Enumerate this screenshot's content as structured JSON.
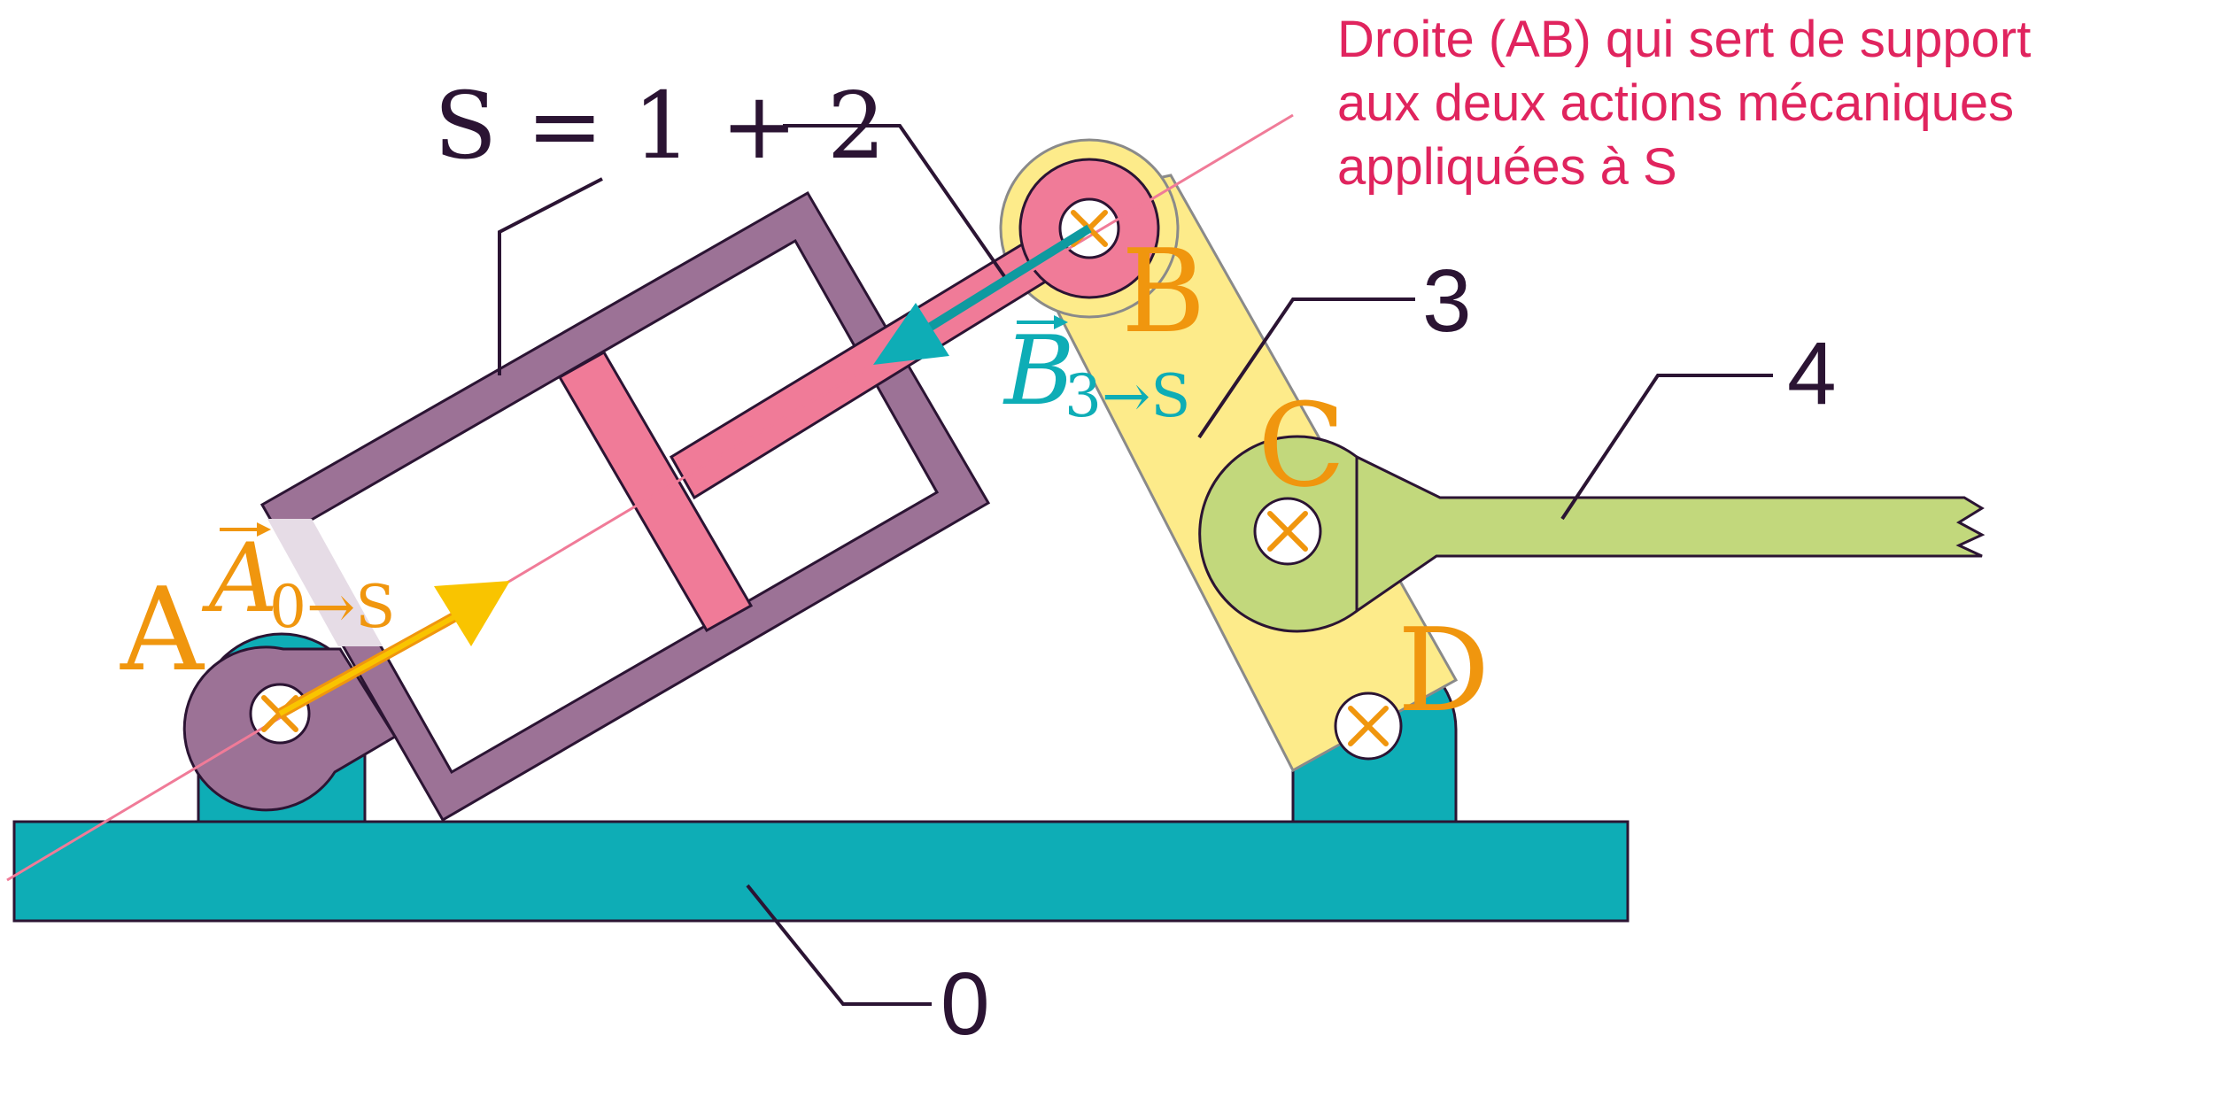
{
  "diagram": {
    "system_label": "S = 1 + 2",
    "part_labels": {
      "frame": "0",
      "lever": "3",
      "arm": "4"
    },
    "points": {
      "a": "A",
      "b": "B",
      "c": "C",
      "d": "D"
    },
    "forces": {
      "a": {
        "letter": "A",
        "sub": "0→S"
      },
      "b": {
        "letter": "B",
        "sub": "3→S"
      }
    },
    "annotation": {
      "line1": "Droite (AB) qui sert de support",
      "line2": "aux deux actions mécaniques",
      "line3": "appliquées à S"
    }
  }
}
